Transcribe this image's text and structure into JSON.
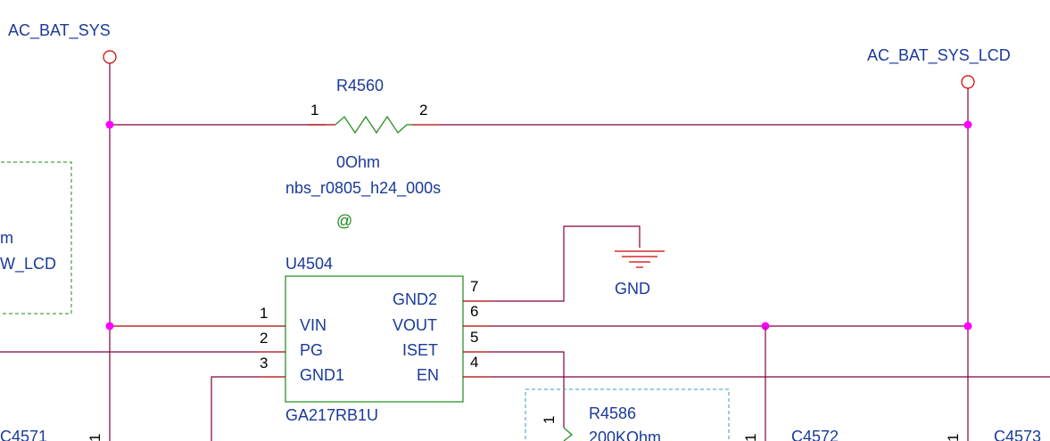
{
  "nets": {
    "ac_bat_sys": "AC_BAT_SYS",
    "ac_bat_sys_lcd": "AC_BAT_SYS_LCD",
    "gnd": "GND"
  },
  "left_box": {
    "line1": "m",
    "line2": "W_LCD"
  },
  "r4560": {
    "ref": "R4560",
    "value": "0Ohm",
    "footprint": "nbs_r0805_h24_000s",
    "marker": "@",
    "pin1": "1",
    "pin2": "2"
  },
  "u4504": {
    "ref": "U4504",
    "part": "GA217RB1U",
    "pins_left": [
      {
        "num": "1",
        "name": "VIN"
      },
      {
        "num": "2",
        "name": "PG"
      },
      {
        "num": "3",
        "name": "GND1"
      }
    ],
    "pins_right": [
      {
        "num": "7",
        "name": "GND2"
      },
      {
        "num": "6",
        "name": "VOUT"
      },
      {
        "num": "5",
        "name": "ISET"
      },
      {
        "num": "4",
        "name": "EN"
      }
    ]
  },
  "r4586": {
    "ref": "R4586",
    "value": "200KOhm",
    "pin1": "1"
  },
  "caps": [
    {
      "ref": "C4571",
      "pin": "1"
    },
    {
      "ref": "C4572",
      "pin": "1"
    },
    {
      "ref": "C4573",
      "pin": "1"
    }
  ],
  "colors": {
    "wire": "#800040",
    "net_text": "#1a3a99",
    "component": "#1b8a1b",
    "junction": "#ff00ff",
    "pin_line": "#b00000"
  }
}
